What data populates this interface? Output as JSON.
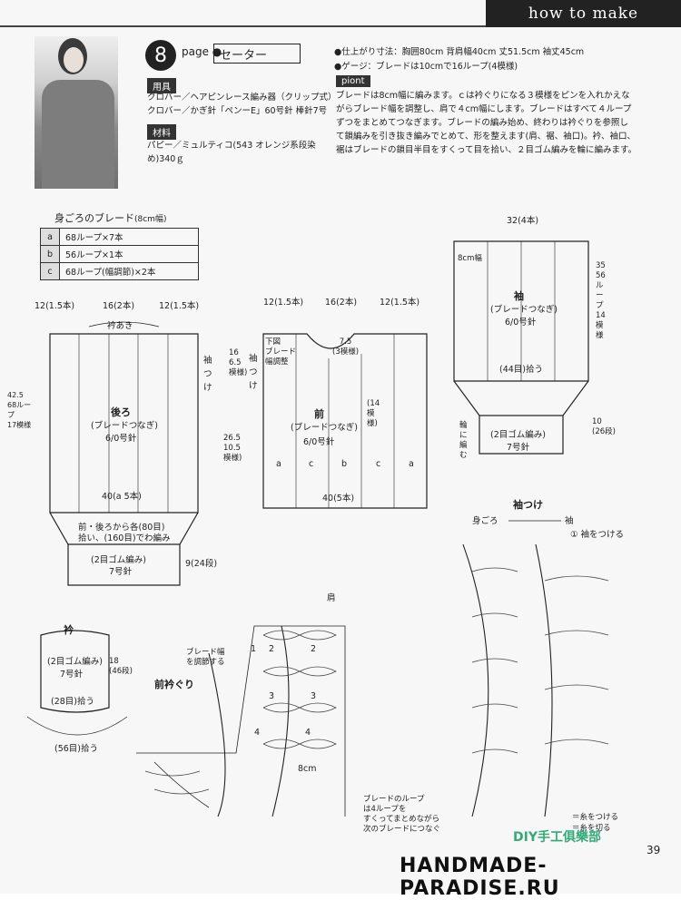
{
  "header": {
    "section": "how to make"
  },
  "pattern": {
    "number": "8",
    "page_label": "page ●",
    "title": "セーター"
  },
  "tools": {
    "heading": "用具",
    "lines": [
      "クロバー／ヘアピンレース編み器（クリップ式）",
      "クロバー／かぎ針「ペンーE」60号針  棒針7号"
    ]
  },
  "materials": {
    "heading": "材料",
    "lines": [
      "パピー／ミュルティコ(543 オレンジ系段染",
      "め)340ｇ"
    ]
  },
  "specs": [
    "●仕上がり寸法：胸囲80cm  背肩幅40cm  丈51.5cm  袖丈45cm",
    "●ゲージ：ブレードは10cmで16ループ(4模様)"
  ],
  "point": {
    "heading": "piont",
    "lines": [
      "ブレードは8cm幅に編みます。ｃは衿ぐりになる３模様をピンを入れかえな",
      "がらブレード幅を調整し、肩で４cm幅にします。ブレードはすべて４ループ",
      "ずつをまとめてつなぎます。ブレードの編み始め、終わりは衿ぐりを参照し",
      "て鎖編みを引き抜き編みでとめて、形を整えます(肩、裾、袖口)。衿、袖口、",
      "裾はブレードの鎖目半目をすくって目を拾い、２目ゴム編みを輪に編みます。"
    ]
  },
  "braid_table": {
    "title": "身ごろのブレード",
    "title_note": "(8cm幅)",
    "rows": [
      {
        "key": "a",
        "value": "68ループ×7本"
      },
      {
        "key": "b",
        "value": "56ループ×1本"
      },
      {
        "key": "c",
        "value": "68ループ(幅調節)×2本"
      }
    ]
  },
  "back": {
    "top_dims": [
      "12(1.5本)",
      "16(2本)",
      "12(1.5本)"
    ],
    "neck": "衿あき",
    "shoulder": "袖つけ",
    "side": "42.5\n68ループ\n17模様",
    "name": "後ろ",
    "sub": "(ブレードつなぎ)",
    "needle": "6/0号針",
    "bottom": "40(a 5本)",
    "pickup": "前・後ろから各(80目)",
    "pickup2": "拾い、(160目)でわ編み",
    "rib": "(2目ゴム編み)",
    "rib_needle": "7号針",
    "rib_dim": "9(24段)"
  },
  "front": {
    "top_dims": [
      "12(1.5本)",
      "16(2本)",
      "12(1.5本)"
    ],
    "note": "下図\nブレード\n幅調整",
    "neck": "7.5\n(3模様)",
    "shoulder": "袖つけ",
    "upper_dim": "16\n6.5\n模様)",
    "lower_dim": "26.5\n10.5\n模様)",
    "center_dim": "(14模様)",
    "name": "前",
    "sub": "(ブレードつなぎ)",
    "needle": "6/0号針",
    "cols": [
      "a",
      "c",
      "b",
      "c",
      "a"
    ],
    "bottom": "40(5本)"
  },
  "sleeve": {
    "top": "32(4本)",
    "width": "8cm幅",
    "side": "35\n56ループ\n14模様",
    "name": "袖",
    "sub": "(ブレードつなぎ)",
    "needle": "6/0号針",
    "pickup": "(44目)拾う",
    "rib": "(2目ゴム編み)",
    "rib_needle": "7号針",
    "rib_side": "輪に編む",
    "rib_dim": "10\n(26段)"
  },
  "collar": {
    "title": "衿",
    "rib": "(2目ゴム編み)",
    "needle": "7号針",
    "pickup": "(28目)拾う",
    "bottom": "(56目)拾う",
    "dim": "18\n(46段)"
  },
  "neckline": {
    "title": "前衿ぐり",
    "adjust": "ブレード幅\nを調節する",
    "shoulder": "肩",
    "width": "8cm",
    "loop_note": "ブレードのループ\nは4ループを\nすくってまとめながら\n次のブレードにつなぐ",
    "nums": [
      "1",
      "2",
      "3",
      "4",
      "2",
      "3",
      "4"
    ]
  },
  "sleeve_attach": {
    "title": "袖つけ",
    "left": "身ごろ",
    "right": "袖",
    "step1": "① 袖をつける",
    "legend1": "＝糸をつける",
    "legend2": "＝糸を切る"
  },
  "footer": {
    "logo": "DIY手工俱樂部",
    "site": "HANDMADE-PARADISE.RU",
    "page_no": "39"
  }
}
